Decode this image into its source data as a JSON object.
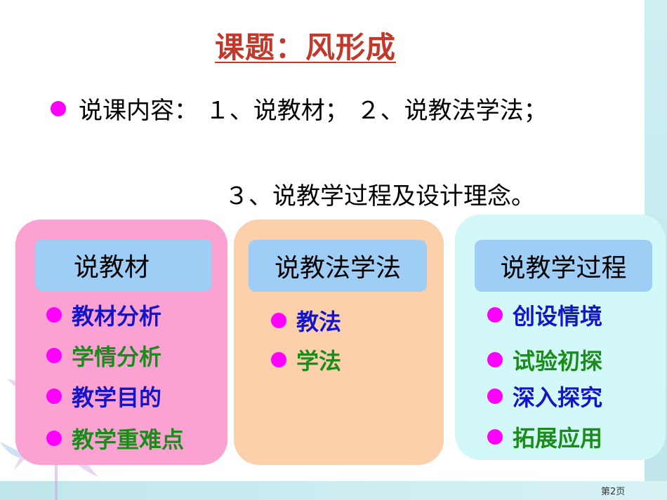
{
  "slide": {
    "title": "课题：风形成",
    "intro_line1": "说课内容： １、说教材； ２、说教法学法；",
    "intro_line2": "３、说教学过程及设计理念。",
    "page_number": "第2页"
  },
  "columns": [
    {
      "heading": "说教材",
      "items": [
        "教材分析",
        "学情分析",
        "教学目的",
        "教学重难点"
      ]
    },
    {
      "heading": "说教法学法",
      "items": [
        "教法",
        "学法"
      ]
    },
    {
      "heading": "说教学过程",
      "items": [
        "创设情境",
        "试验初探",
        "深入探究",
        "拓展应用"
      ]
    }
  ],
  "colors": {
    "title": "#c0392b",
    "bullet": "#ff00ff",
    "panel1": "#fca2d3",
    "panel2": "#fcd0ab",
    "panel3": "#d3f8f8",
    "heading_bg": "#9ecdf5",
    "text_blue": "#1414c8",
    "text_green": "#1a8c1a"
  }
}
